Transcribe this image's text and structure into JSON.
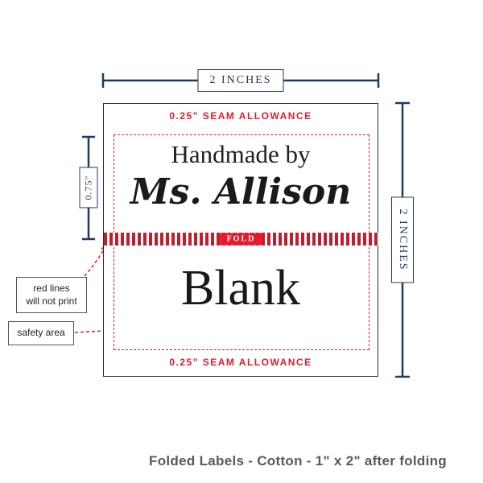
{
  "colors": {
    "navy": "#1f3a63",
    "red": "#e8192c",
    "ink": "#231f20",
    "caption_gray": "#58595b"
  },
  "dimensions": {
    "top": "2 INCHES",
    "right": "2 INCHES",
    "left": "0.75\""
  },
  "label": {
    "seam_top": "0.25\" SEAM ALLOWANCE",
    "line1": "Handmade by",
    "line2": "Ms. Allison",
    "fold": "FOLD",
    "name": "Blank",
    "seam_bottom": "0.25\" SEAM ALLOWANCE"
  },
  "callouts": {
    "red_lines": "red lines\nwill not print",
    "safety": "safety area"
  },
  "caption": "Folded Labels - Cotton - 1\" x 2\" after folding"
}
